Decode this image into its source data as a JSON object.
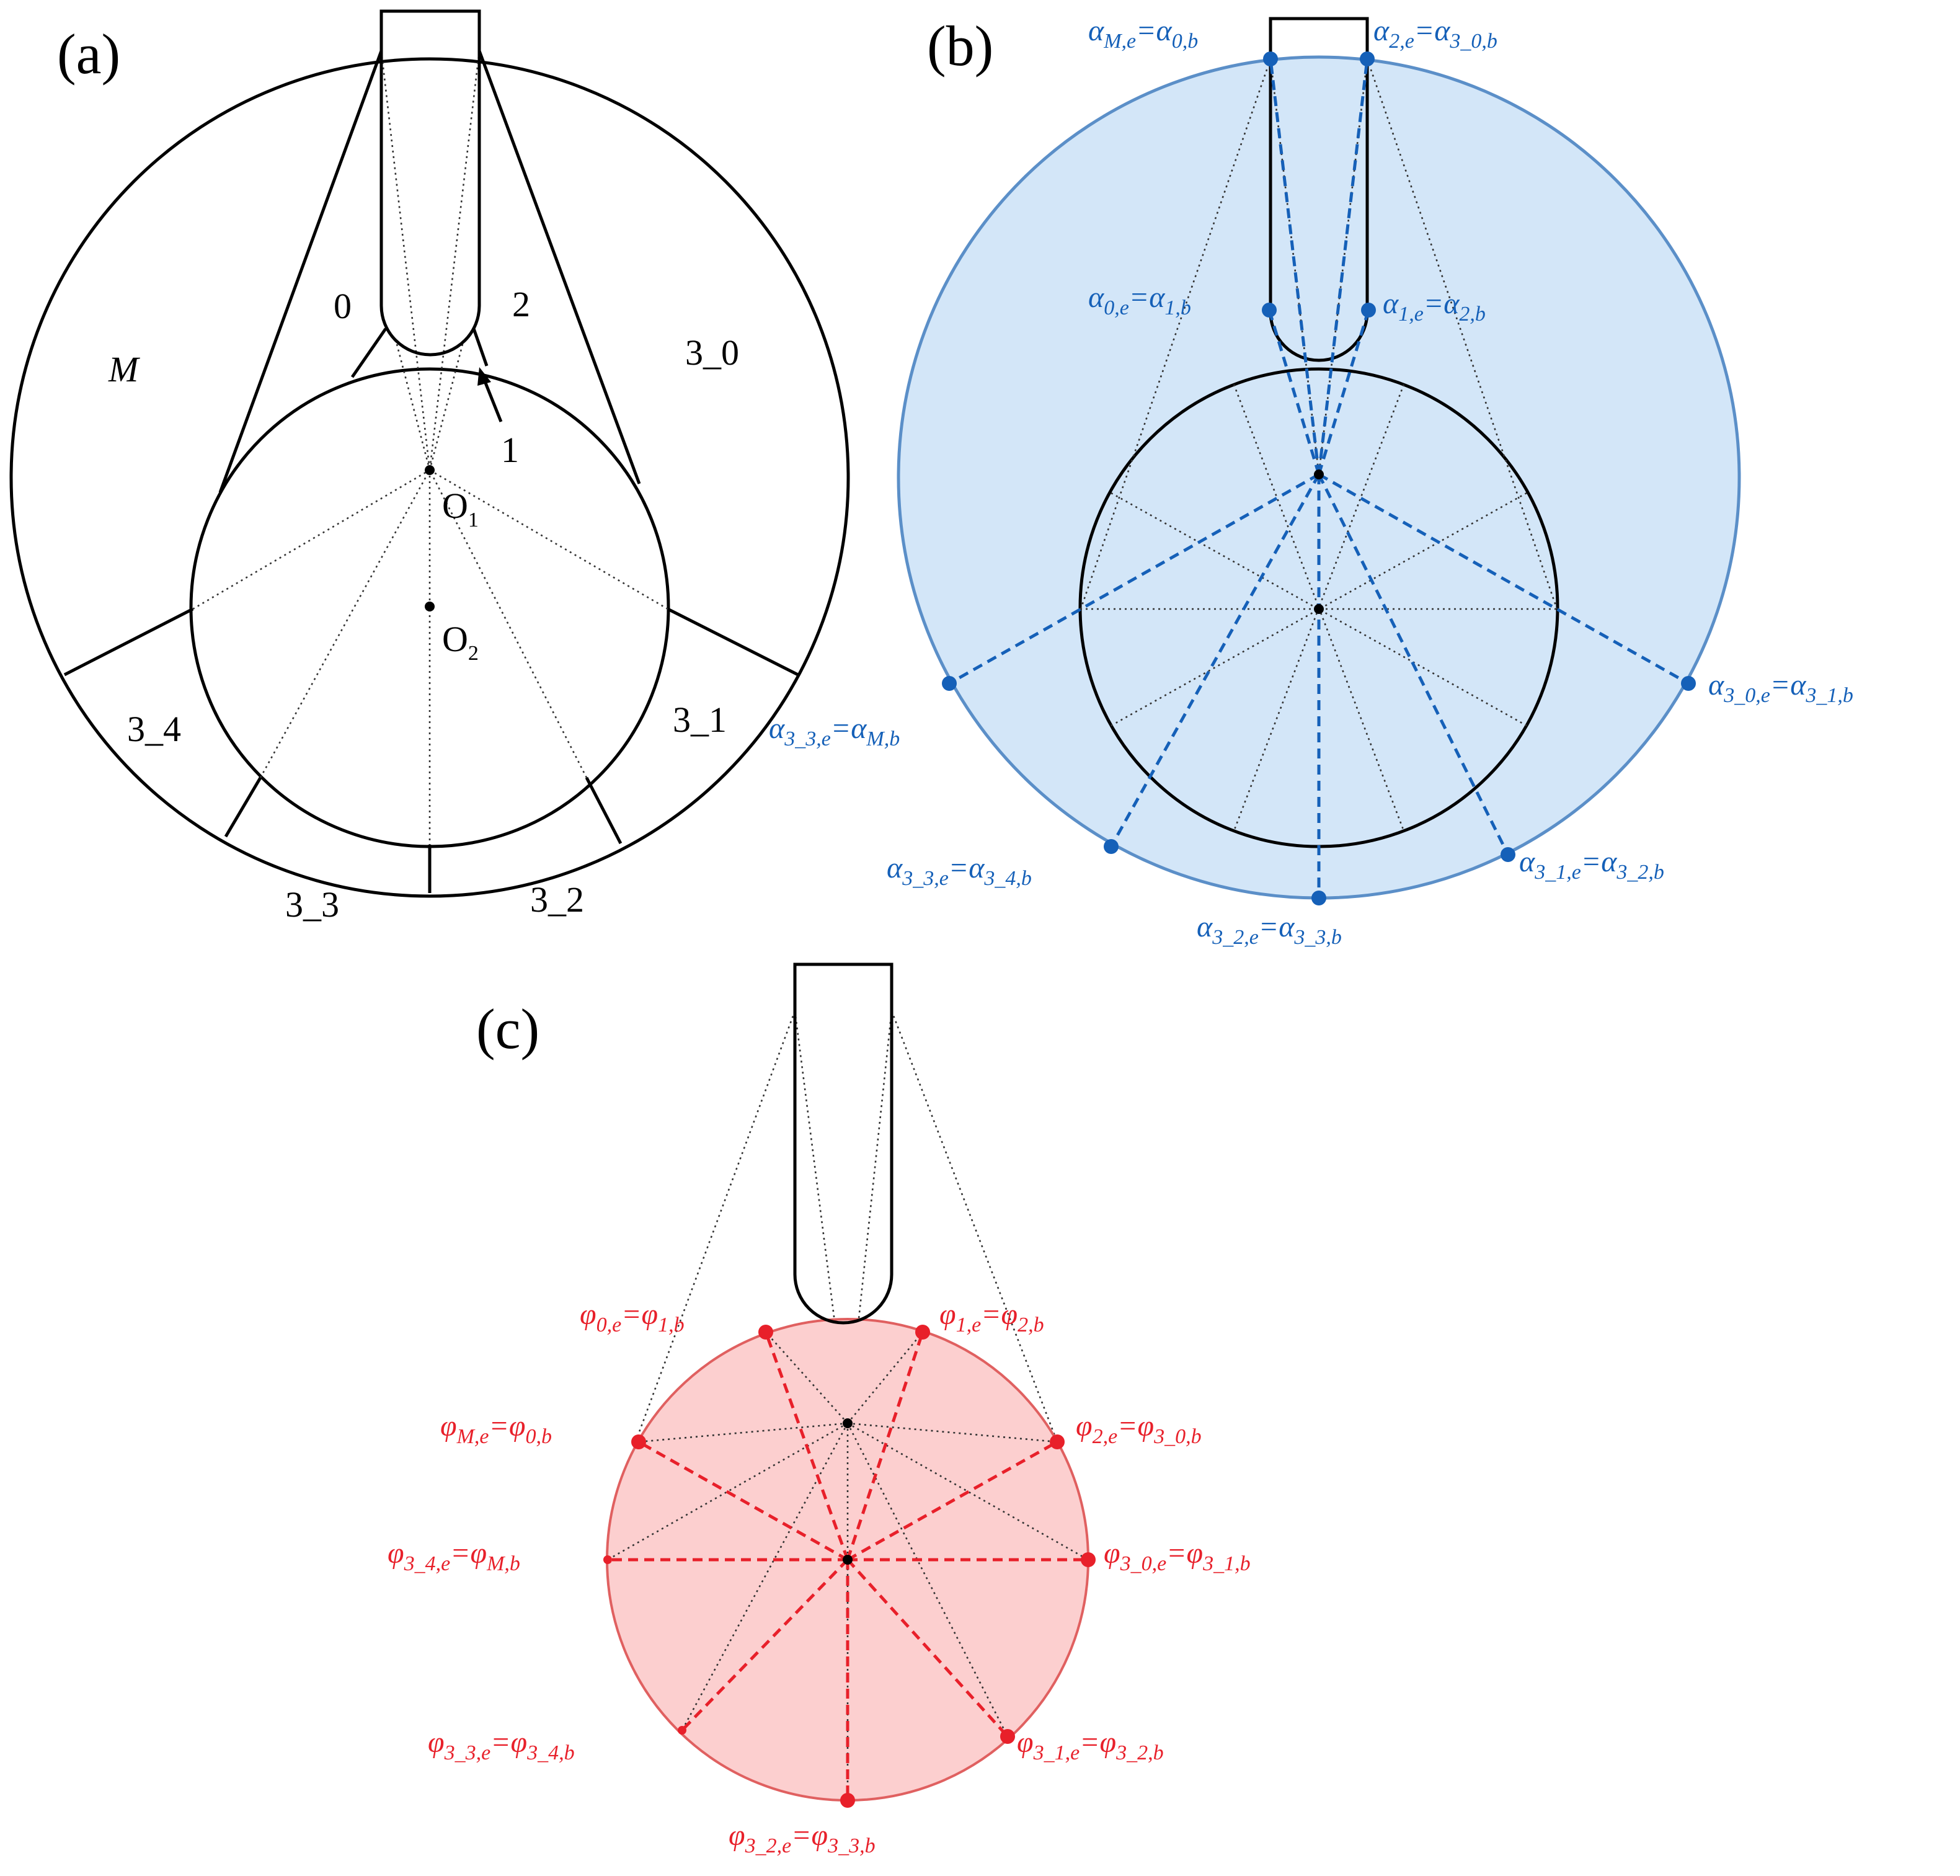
{
  "panels": {
    "a": {
      "label": "(a)",
      "regions": [
        "M",
        "0",
        "2",
        "1",
        "3_0",
        "3_1",
        "3_2",
        "3_3",
        "3_4"
      ],
      "points": [
        {
          "name": "O",
          "sub": "1"
        },
        {
          "name": "O",
          "sub": "2"
        }
      ]
    },
    "b": {
      "label": "(b)",
      "annotations": [
        {
          "lhs": "α",
          "lhs_sub": "M,e",
          "rhs": "α",
          "rhs_sub": "0,b"
        },
        {
          "lhs": "α",
          "lhs_sub": "2,e",
          "rhs": "α",
          "rhs_sub": "3_0,b"
        },
        {
          "lhs": "α",
          "lhs_sub": "0,e",
          "rhs": "α",
          "rhs_sub": "1,b"
        },
        {
          "lhs": "α",
          "lhs_sub": "1,e",
          "rhs": "α",
          "rhs_sub": "2,b"
        },
        {
          "lhs": "α",
          "lhs_sub": "3_3,e",
          "rhs": "α",
          "rhs_sub": "M,b"
        },
        {
          "lhs": "α",
          "lhs_sub": "3_0,e",
          "rhs": "α",
          "rhs_sub": "3_1,b"
        },
        {
          "lhs": "α",
          "lhs_sub": "3_3,e",
          "rhs": "α",
          "rhs_sub": "3_4,b"
        },
        {
          "lhs": "α",
          "lhs_sub": "3_1,e",
          "rhs": "α",
          "rhs_sub": "3_2,b"
        },
        {
          "lhs": "α",
          "lhs_sub": "3_2,e",
          "rhs": "α",
          "rhs_sub": "3_3,b"
        }
      ]
    },
    "c": {
      "label": "(c)",
      "annotations": [
        {
          "lhs": "φ",
          "lhs_sub": "0,e",
          "rhs": "φ",
          "rhs_sub": "1,b"
        },
        {
          "lhs": "φ",
          "lhs_sub": "1,e",
          "rhs": "φ",
          "rhs_sub": "2,b"
        },
        {
          "lhs": "φ",
          "lhs_sub": "M,e",
          "rhs": "φ",
          "rhs_sub": "0,b"
        },
        {
          "lhs": "φ",
          "lhs_sub": "2,e",
          "rhs": "φ",
          "rhs_sub": "3_0,b"
        },
        {
          "lhs": "φ",
          "lhs_sub": "3_4,e",
          "rhs": "φ",
          "rhs_sub": "M,b"
        },
        {
          "lhs": "φ",
          "lhs_sub": "3_0,e",
          "rhs": "φ",
          "rhs_sub": "3_1,b"
        },
        {
          "lhs": "φ",
          "lhs_sub": "3_3,e",
          "rhs": "φ",
          "rhs_sub": "3_4,b"
        },
        {
          "lhs": "φ",
          "lhs_sub": "3_1,e",
          "rhs": "φ",
          "rhs_sub": "3_2,b"
        },
        {
          "lhs": "φ",
          "lhs_sub": "3_2,e",
          "rhs": "φ",
          "rhs_sub": "3_3,b"
        }
      ]
    }
  },
  "colors": {
    "blue_fill": "#d3e6f8",
    "blue_stroke": "#5b8fc8",
    "blue_mark": "#1560b8",
    "red_fill": "#fccfcf",
    "red_stroke": "#e06060",
    "red_mark": "#e8202a"
  }
}
